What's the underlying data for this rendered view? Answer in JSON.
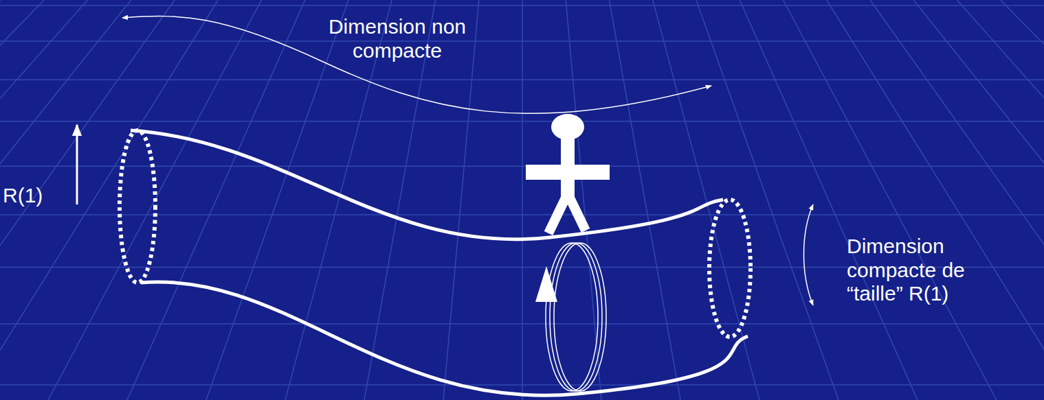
{
  "diagram": {
    "labels": [
      "Dimension non compacte",
      "R(1)",
      "Dimension compacte de “taille” R(1)"
    ]
  }
}
